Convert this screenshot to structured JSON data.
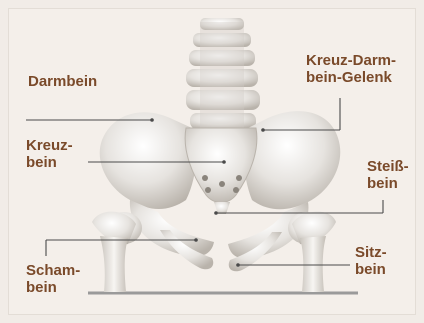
{
  "labels": {
    "darmbein": "Darmbein",
    "kreuzbein": "Kreuz-\nbein",
    "kreuz_darm": "Kreuz-Darm-\nbein-Gelenk",
    "steiss": "Steiß-\nbein",
    "scham": "Scham-\nbein",
    "sitz": "Sitz-\nbein"
  },
  "colors": {
    "label": "#7a4a2a",
    "line": "#4a4a4a",
    "bone": "#e8e5e1",
    "bone_shade": "#bdb7b0",
    "background": "#f4efea"
  }
}
